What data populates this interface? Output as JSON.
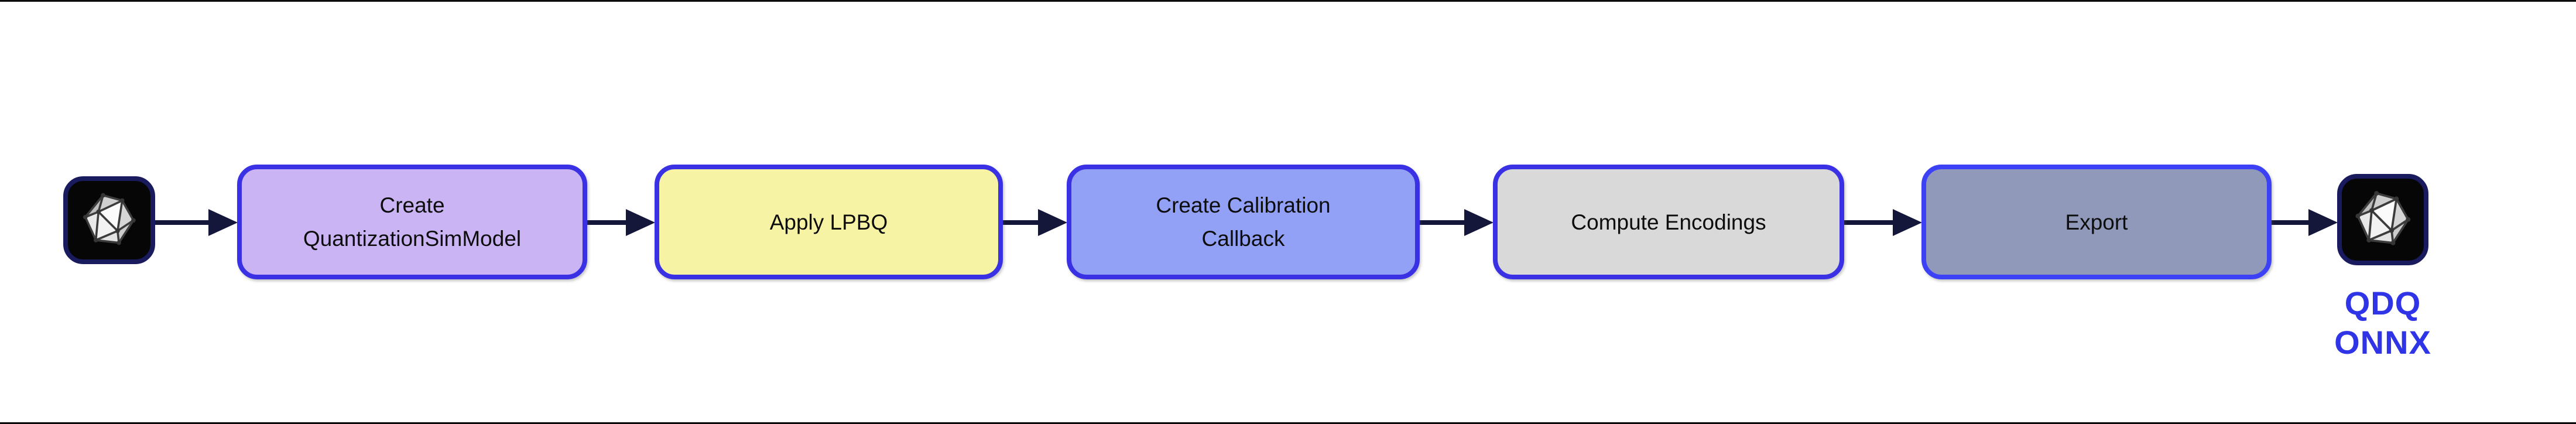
{
  "diagram": {
    "arrow_color": "#14163a",
    "node_text_color": "#0d0d0d",
    "icon_background": "#060606",
    "icon_border_color": "#191b5e",
    "icons": {
      "input": "onnx-logo-icon",
      "output": "onnx-logo-icon"
    },
    "nodes": [
      {
        "label": "Create\nQuantizationSimModel",
        "fill": "#cab4f4",
        "border": "#3a30e4"
      },
      {
        "label": "Apply LPBQ",
        "fill": "#f7f3a5",
        "border": "#3a30e4"
      },
      {
        "label": "Create Calibration\nCallback",
        "fill": "#92a1f6",
        "border": "#3a30e4"
      },
      {
        "label": "Compute Encodings",
        "fill": "#d9d9d9",
        "border": "#3a30e4"
      },
      {
        "label": "Export",
        "fill": "#9099b9",
        "border": "#3d41f5"
      }
    ],
    "output_label": {
      "text": "QDQ\nONNX",
      "color": "#2f35e6"
    }
  }
}
